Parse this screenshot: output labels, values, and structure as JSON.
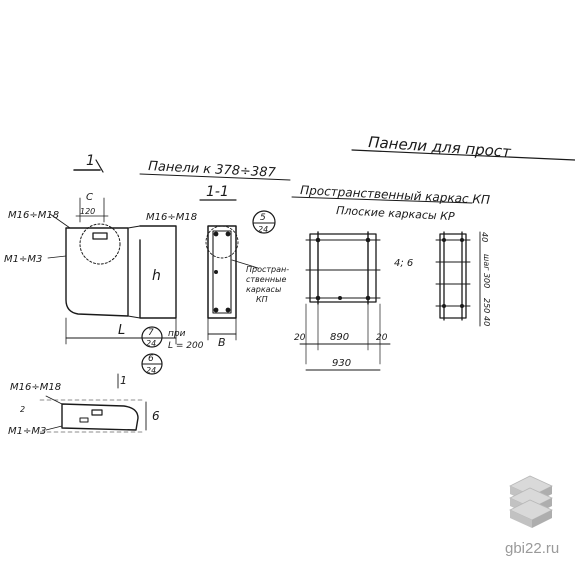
{
  "drawing": {
    "main_title": "Панели для прост",
    "subtitle_panels": "Панели к 378÷387",
    "subtitle_frame": "Пространственный каркас КП",
    "subtitle_flat": "Плоские каркасы КР",
    "section_label": "1-1",
    "section_mark": "1",
    "mark_1_top": "М16÷М18",
    "mark_1_bottom": "М1÷М3",
    "mark_2": "М16÷М18",
    "mark_c": "С",
    "mark_120": "120",
    "mark_h": "h",
    "mark_L": "L",
    "callout_5": "5",
    "callout_24a": "24",
    "callout_7": "7",
    "callout_24b": "24",
    "callout_6": "6",
    "callout_24c": "24",
    "note_spacing": "при",
    "note_spacing2": "L = 200",
    "mark_B": "B",
    "note_frame1": "Простран-",
    "note_frame2": "ственные",
    "note_frame3": "каркасы",
    "note_frame4": "КП",
    "dim_20_left": "20",
    "dim_890": "890",
    "dim_20_right": "20",
    "dim_930": "930",
    "dim_4_6": "4; 6",
    "dim_40_top": "40",
    "dim_shag": "шаг 300",
    "dim_250": "250",
    "dim_40_bottom": "40",
    "plan_mark_top": "М16÷М18",
    "plan_mark_2": "2",
    "plan_mark_bottom": "М1÷М3",
    "plan_mark_6": "6",
    "plan_arrow": "1"
  },
  "logo": {
    "text": "gbi22.ru"
  }
}
